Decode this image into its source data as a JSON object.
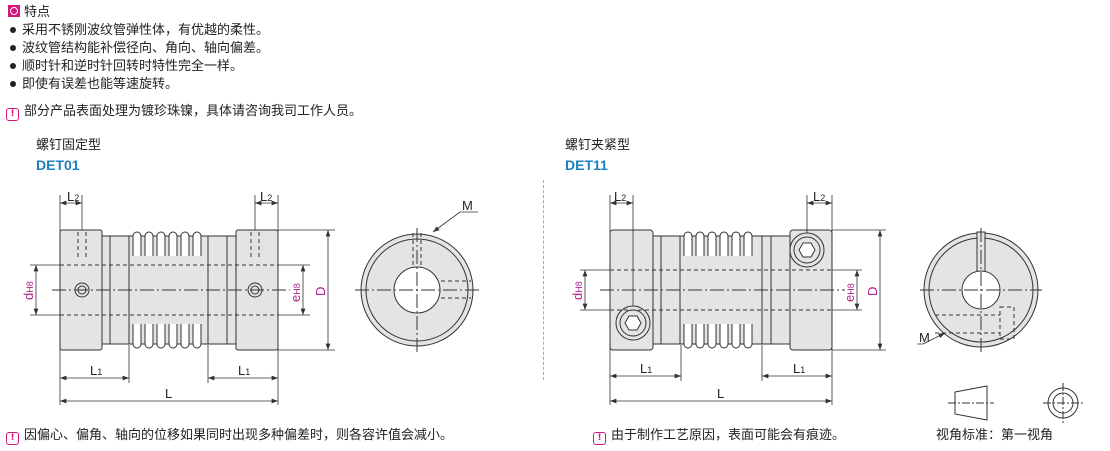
{
  "features": {
    "title": "特点",
    "bullets": [
      "采用不锈刚波纹管弹性体，有优越的柔性。",
      "波纹管结构能补偿径向、角向、轴向偏差。",
      "顺时针和逆时针回转时特性完全一样。",
      "即使有误差也能等速旋转。"
    ],
    "note": "部分产品表面处理为镀珍珠镍，具体请咨询我司工作人员。"
  },
  "warn_glyph": "!",
  "types": [
    {
      "name": "螺钉固定型",
      "code": "DET01"
    },
    {
      "name": "螺钉夹紧型",
      "code": "DET11"
    }
  ],
  "dims": {
    "L": "L",
    "L1": "L",
    "L1_sub": "1",
    "L2": "L",
    "L2_sub": "2",
    "d": "d",
    "d_sub": "H8",
    "e": "e",
    "e_sub": "H8",
    "D": "D",
    "M": "M"
  },
  "notes": {
    "left": "因偏心、偏角、轴向的位移如果同时出现多种偏差时，则各容许值会减小。",
    "middle": "由于制作工艺原因，表面可能会有痕迹。",
    "view_standard": "视角标准：第一视角"
  },
  "colors": {
    "accent": "#d4167d",
    "code": "#1a7fc0",
    "dim_label": "#b0208a"
  }
}
